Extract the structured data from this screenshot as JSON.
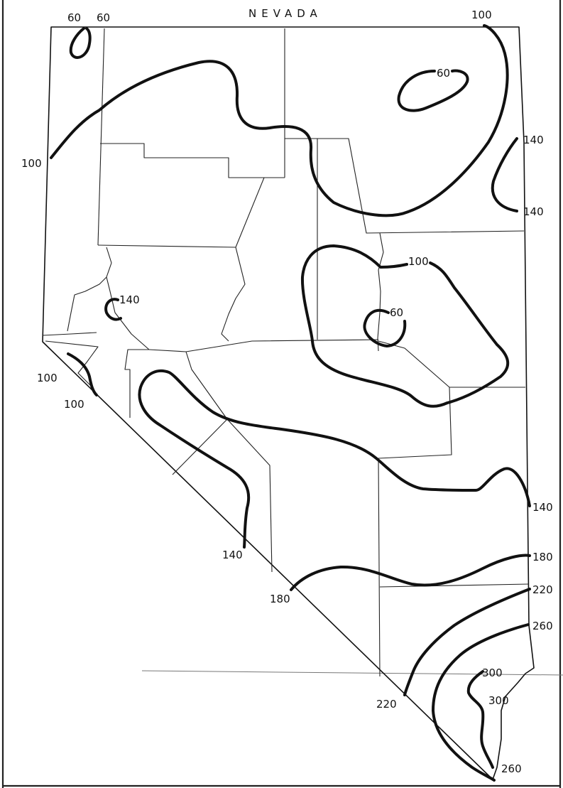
{
  "map": {
    "title": "NEVADA",
    "contour_labels": [
      {
        "id": "60-nw-1",
        "text": "60"
      },
      {
        "id": "60-nw-2",
        "text": "60"
      },
      {
        "id": "100-ne-top",
        "text": "100"
      },
      {
        "id": "60-ne",
        "text": "60"
      },
      {
        "id": "140-e-1",
        "text": "140"
      },
      {
        "id": "100-w",
        "text": "100"
      },
      {
        "id": "140-e-2",
        "text": "140"
      },
      {
        "id": "100-center",
        "text": "100"
      },
      {
        "id": "140-west",
        "text": "140"
      },
      {
        "id": "60-center",
        "text": "60"
      },
      {
        "id": "100-sw-1",
        "text": "100"
      },
      {
        "id": "100-sw-2",
        "text": "100"
      },
      {
        "id": "140-e-3",
        "text": "140"
      },
      {
        "id": "140-s",
        "text": "140"
      },
      {
        "id": "180-e",
        "text": "180"
      },
      {
        "id": "220-e",
        "text": "220"
      },
      {
        "id": "180-s",
        "text": "180"
      },
      {
        "id": "260-e",
        "text": "260"
      },
      {
        "id": "300-se-1",
        "text": "300"
      },
      {
        "id": "300-se-2",
        "text": "300"
      },
      {
        "id": "220-s",
        "text": "220"
      },
      {
        "id": "260-s",
        "text": "260"
      }
    ]
  }
}
